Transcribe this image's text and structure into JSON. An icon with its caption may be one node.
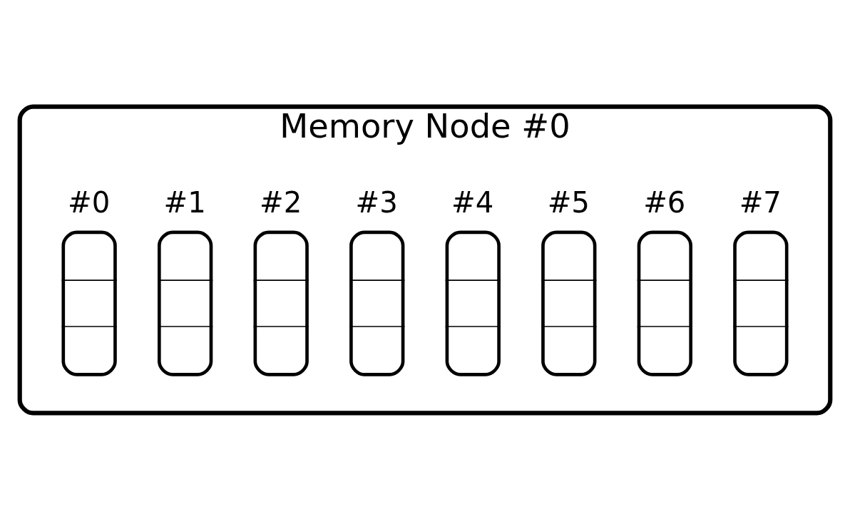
{
  "diagram": {
    "nodes": [
      {
        "text": [
          "Memory Node #0"
        ]
      },
      {
        "text": [
          "#0"
        ],
        "in": 0
      },
      {
        "text": [
          "#1"
        ],
        "in": 0
      },
      {
        "text": [
          "#2"
        ],
        "in": 0
      },
      {
        "text": [
          "#3"
        ],
        "in": 0
      },
      {
        "text": [
          "#4"
        ],
        "in": 0
      },
      {
        "text": [
          "#5"
        ],
        "in": 0
      },
      {
        "text": [
          "#6"
        ],
        "in": 0
      },
      {
        "text": [
          "#7"
        ],
        "in": 0
      }
    ],
    "edges": []
  }
}
